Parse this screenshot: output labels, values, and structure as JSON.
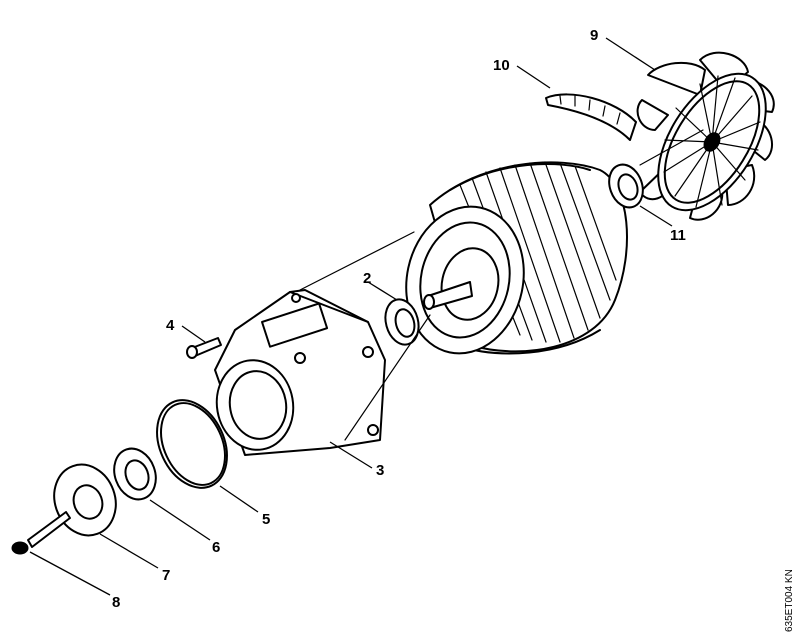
{
  "drawing": {
    "reference_code": "635ET004 KN",
    "callouts": [
      {
        "id": "1",
        "label": "2"
      },
      {
        "id": "2",
        "label": "3"
      },
      {
        "id": "3",
        "label": "4"
      },
      {
        "id": "4",
        "label": "5"
      },
      {
        "id": "5",
        "label": "6"
      },
      {
        "id": "6",
        "label": "7"
      },
      {
        "id": "7",
        "label": "8"
      },
      {
        "id": "8",
        "label": "9"
      },
      {
        "id": "9",
        "label": "10"
      },
      {
        "id": "10",
        "label": "11"
      }
    ],
    "parts": [
      {
        "icon": "fan-icon"
      },
      {
        "icon": "fan-cover-segment-icon"
      },
      {
        "icon": "motor-stator-icon"
      },
      {
        "icon": "housing-flange-icon"
      },
      {
        "icon": "ball-bearing-icon"
      },
      {
        "icon": "o-ring-icon"
      },
      {
        "icon": "seal-ring-icon"
      },
      {
        "icon": "end-cap-icon"
      },
      {
        "icon": "screw-icon"
      }
    ]
  }
}
